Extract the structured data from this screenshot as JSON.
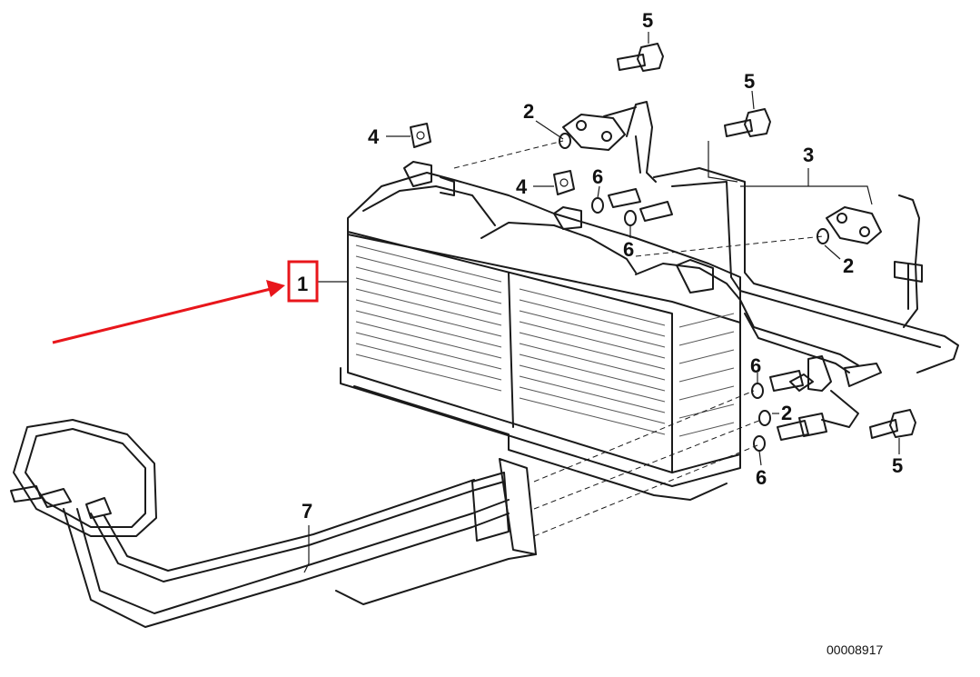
{
  "labels": {
    "part_1": "1",
    "part_2": "2",
    "part_3": "3",
    "part_4": "4",
    "part_5": "5",
    "part_6": "6",
    "part_7": "7"
  },
  "drawing_code": "00008917",
  "colors": {
    "line": "#1a1a1a",
    "highlight": "#e8161b",
    "background": "#ffffff"
  }
}
